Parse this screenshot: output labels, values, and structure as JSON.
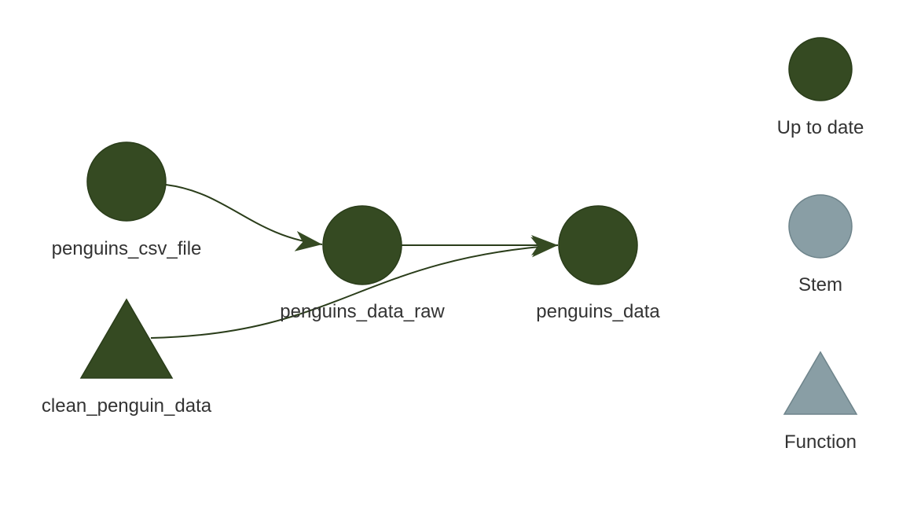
{
  "nodes": {
    "penguins_csv_file": {
      "label": "penguins_csv_file",
      "status": "Up to date",
      "kind": "Stem"
    },
    "penguins_data_raw": {
      "label": "penguins_data_raw",
      "status": "Up to date",
      "kind": "Stem"
    },
    "penguins_data": {
      "label": "penguins_data",
      "status": "Up to date",
      "kind": "Stem"
    },
    "clean_penguin_data": {
      "label": "clean_penguin_data",
      "status": "Up to date",
      "kind": "Function"
    }
  },
  "edges": [
    {
      "from": "penguins_csv_file",
      "to": "penguins_data_raw"
    },
    {
      "from": "penguins_data_raw",
      "to": "penguins_data"
    },
    {
      "from": "clean_penguin_data",
      "to": "penguins_data"
    }
  ],
  "legend": {
    "up_to_date": "Up to date",
    "stem": "Stem",
    "function": "Function"
  },
  "colors": {
    "up_to_date": "#354a22",
    "neutral": "#899ea5",
    "edge": "#2a3d1a",
    "label": "#333333"
  }
}
